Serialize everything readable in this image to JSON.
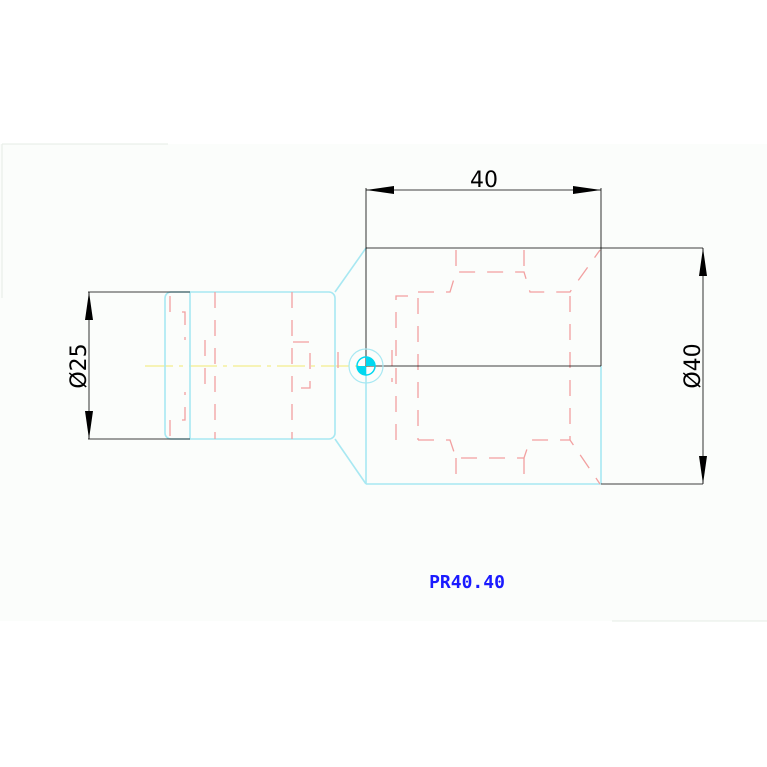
{
  "drawing": {
    "part_label": "PR40.40",
    "dimensions": {
      "length_top": "40",
      "diameter_left": "Ø25",
      "diameter_right": "Ø40"
    },
    "colors": {
      "background": "#fbfdfb",
      "outline": "#a8e8f2",
      "hidden_lines": "#f2a0a0",
      "centerline": "#f4f0a0",
      "dimension_lines": "#000000",
      "label": "#1a1aff",
      "origin_marker": "#00d8f0"
    }
  }
}
